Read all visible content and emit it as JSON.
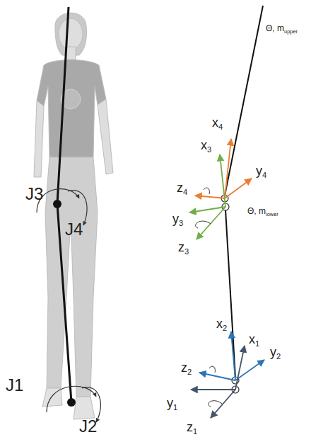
{
  "diagram": {
    "labels": [
      "J3",
      "J4",
      "J1",
      "J2",
      "Θ, mupper",
      "x4",
      "x3",
      "y4",
      "z4",
      "y3",
      "z3",
      "Θ, mlower",
      "x2",
      "x1",
      "y2",
      "z2",
      "y1",
      "z1"
    ]
  }
}
